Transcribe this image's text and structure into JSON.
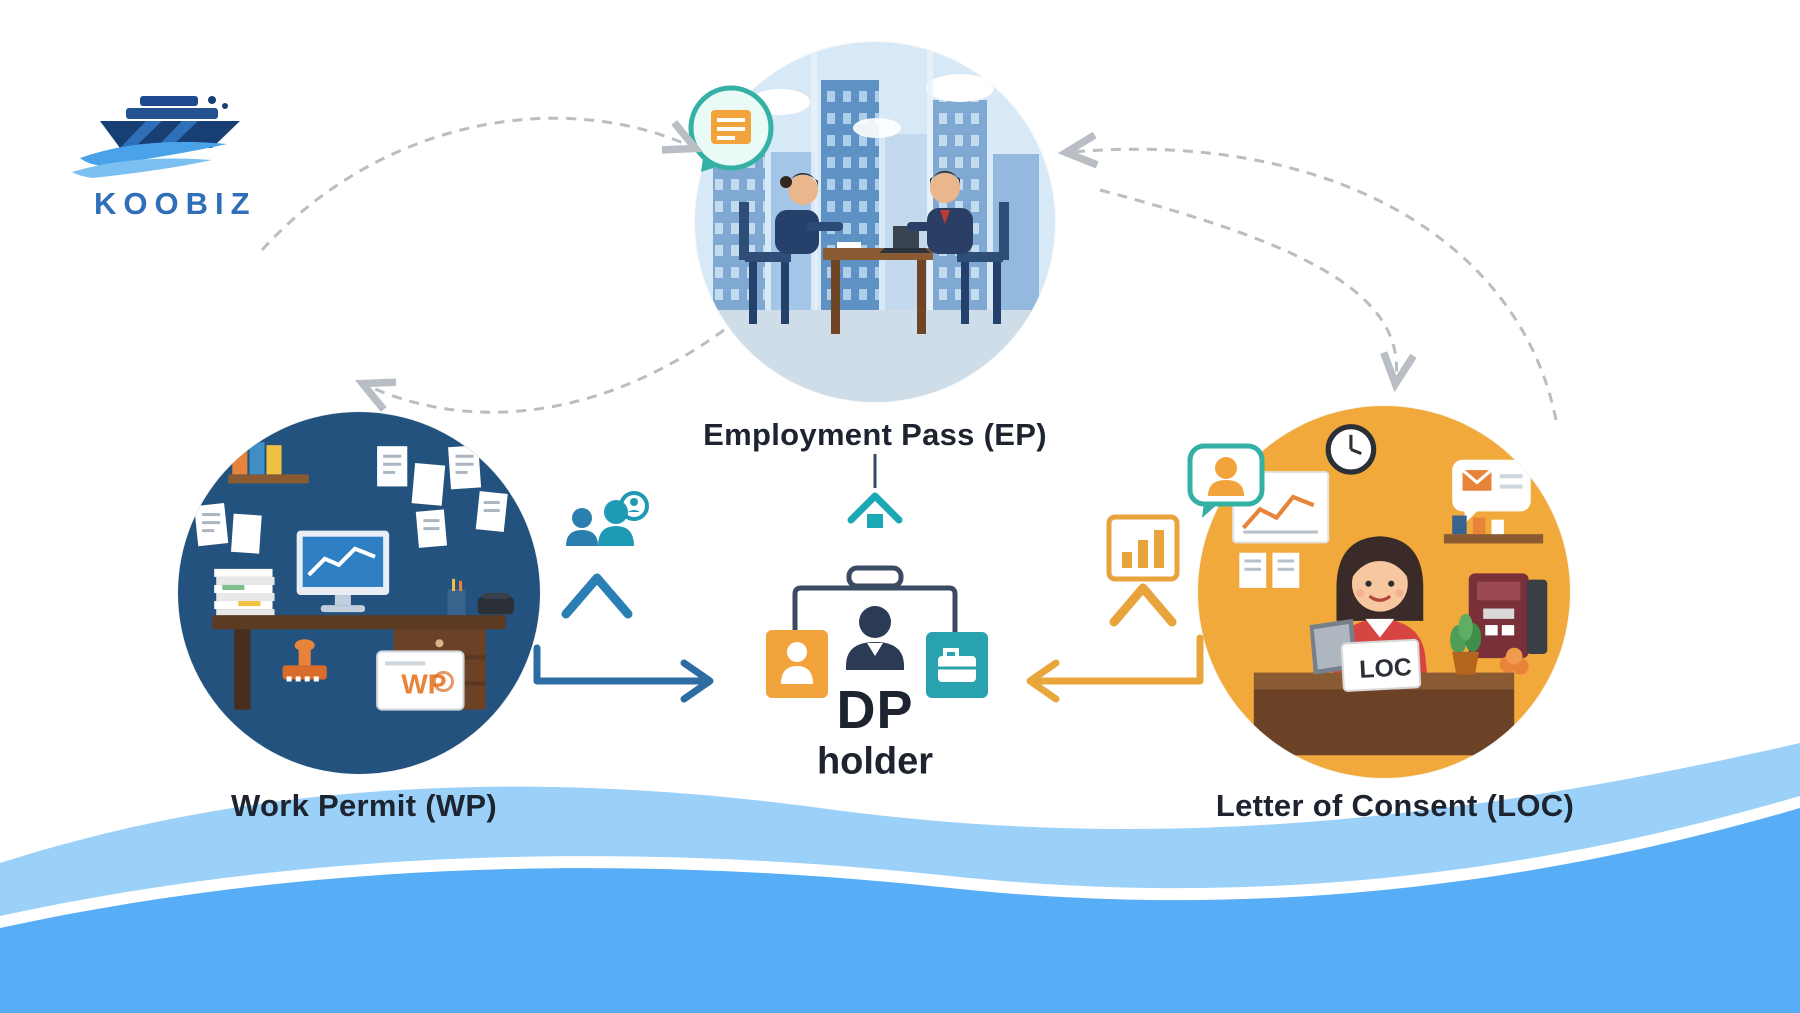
{
  "logo": {
    "text": "KOOBIZ"
  },
  "nodes": {
    "ep": {
      "label": "Employment Pass (EP)"
    },
    "wp": {
      "label": "Work Permit (WP)",
      "badge": "WP"
    },
    "loc": {
      "label": "Letter of Consent (LOC)",
      "badge": "LOC"
    }
  },
  "center": {
    "title": "DP",
    "subtitle": "holder"
  },
  "icons": {
    "logo_ship": "ship",
    "ep_chat_bubble": "chat bubble with document",
    "loc_chat_bubble": "chat bubble with person",
    "people_transfer": "two people",
    "bar_chart": "bar chart",
    "wp_chevron": "up chevron",
    "loc_chevron": "up chevron",
    "home": "house",
    "dp_person": "person bust",
    "id_card": "person id card",
    "briefcase_card": "briefcase card",
    "clock": "wall clock"
  },
  "colors": {
    "logo_blue": "#2f6fb8",
    "wp_circle_bg": "#23527f",
    "loc_circle_bg": "#f2a93c",
    "ep_sky": "#d7e8f6",
    "teal": "#27a2ae",
    "orange": "#f2a33c",
    "arrow_blue": "#2e6da4",
    "arrow_yellow": "#e9a63b",
    "dashed_gray": "#b9bdc4",
    "text_dark": "#1d2430",
    "wave_light": "#9bd1f9",
    "wave_mid": "#58aef6"
  }
}
